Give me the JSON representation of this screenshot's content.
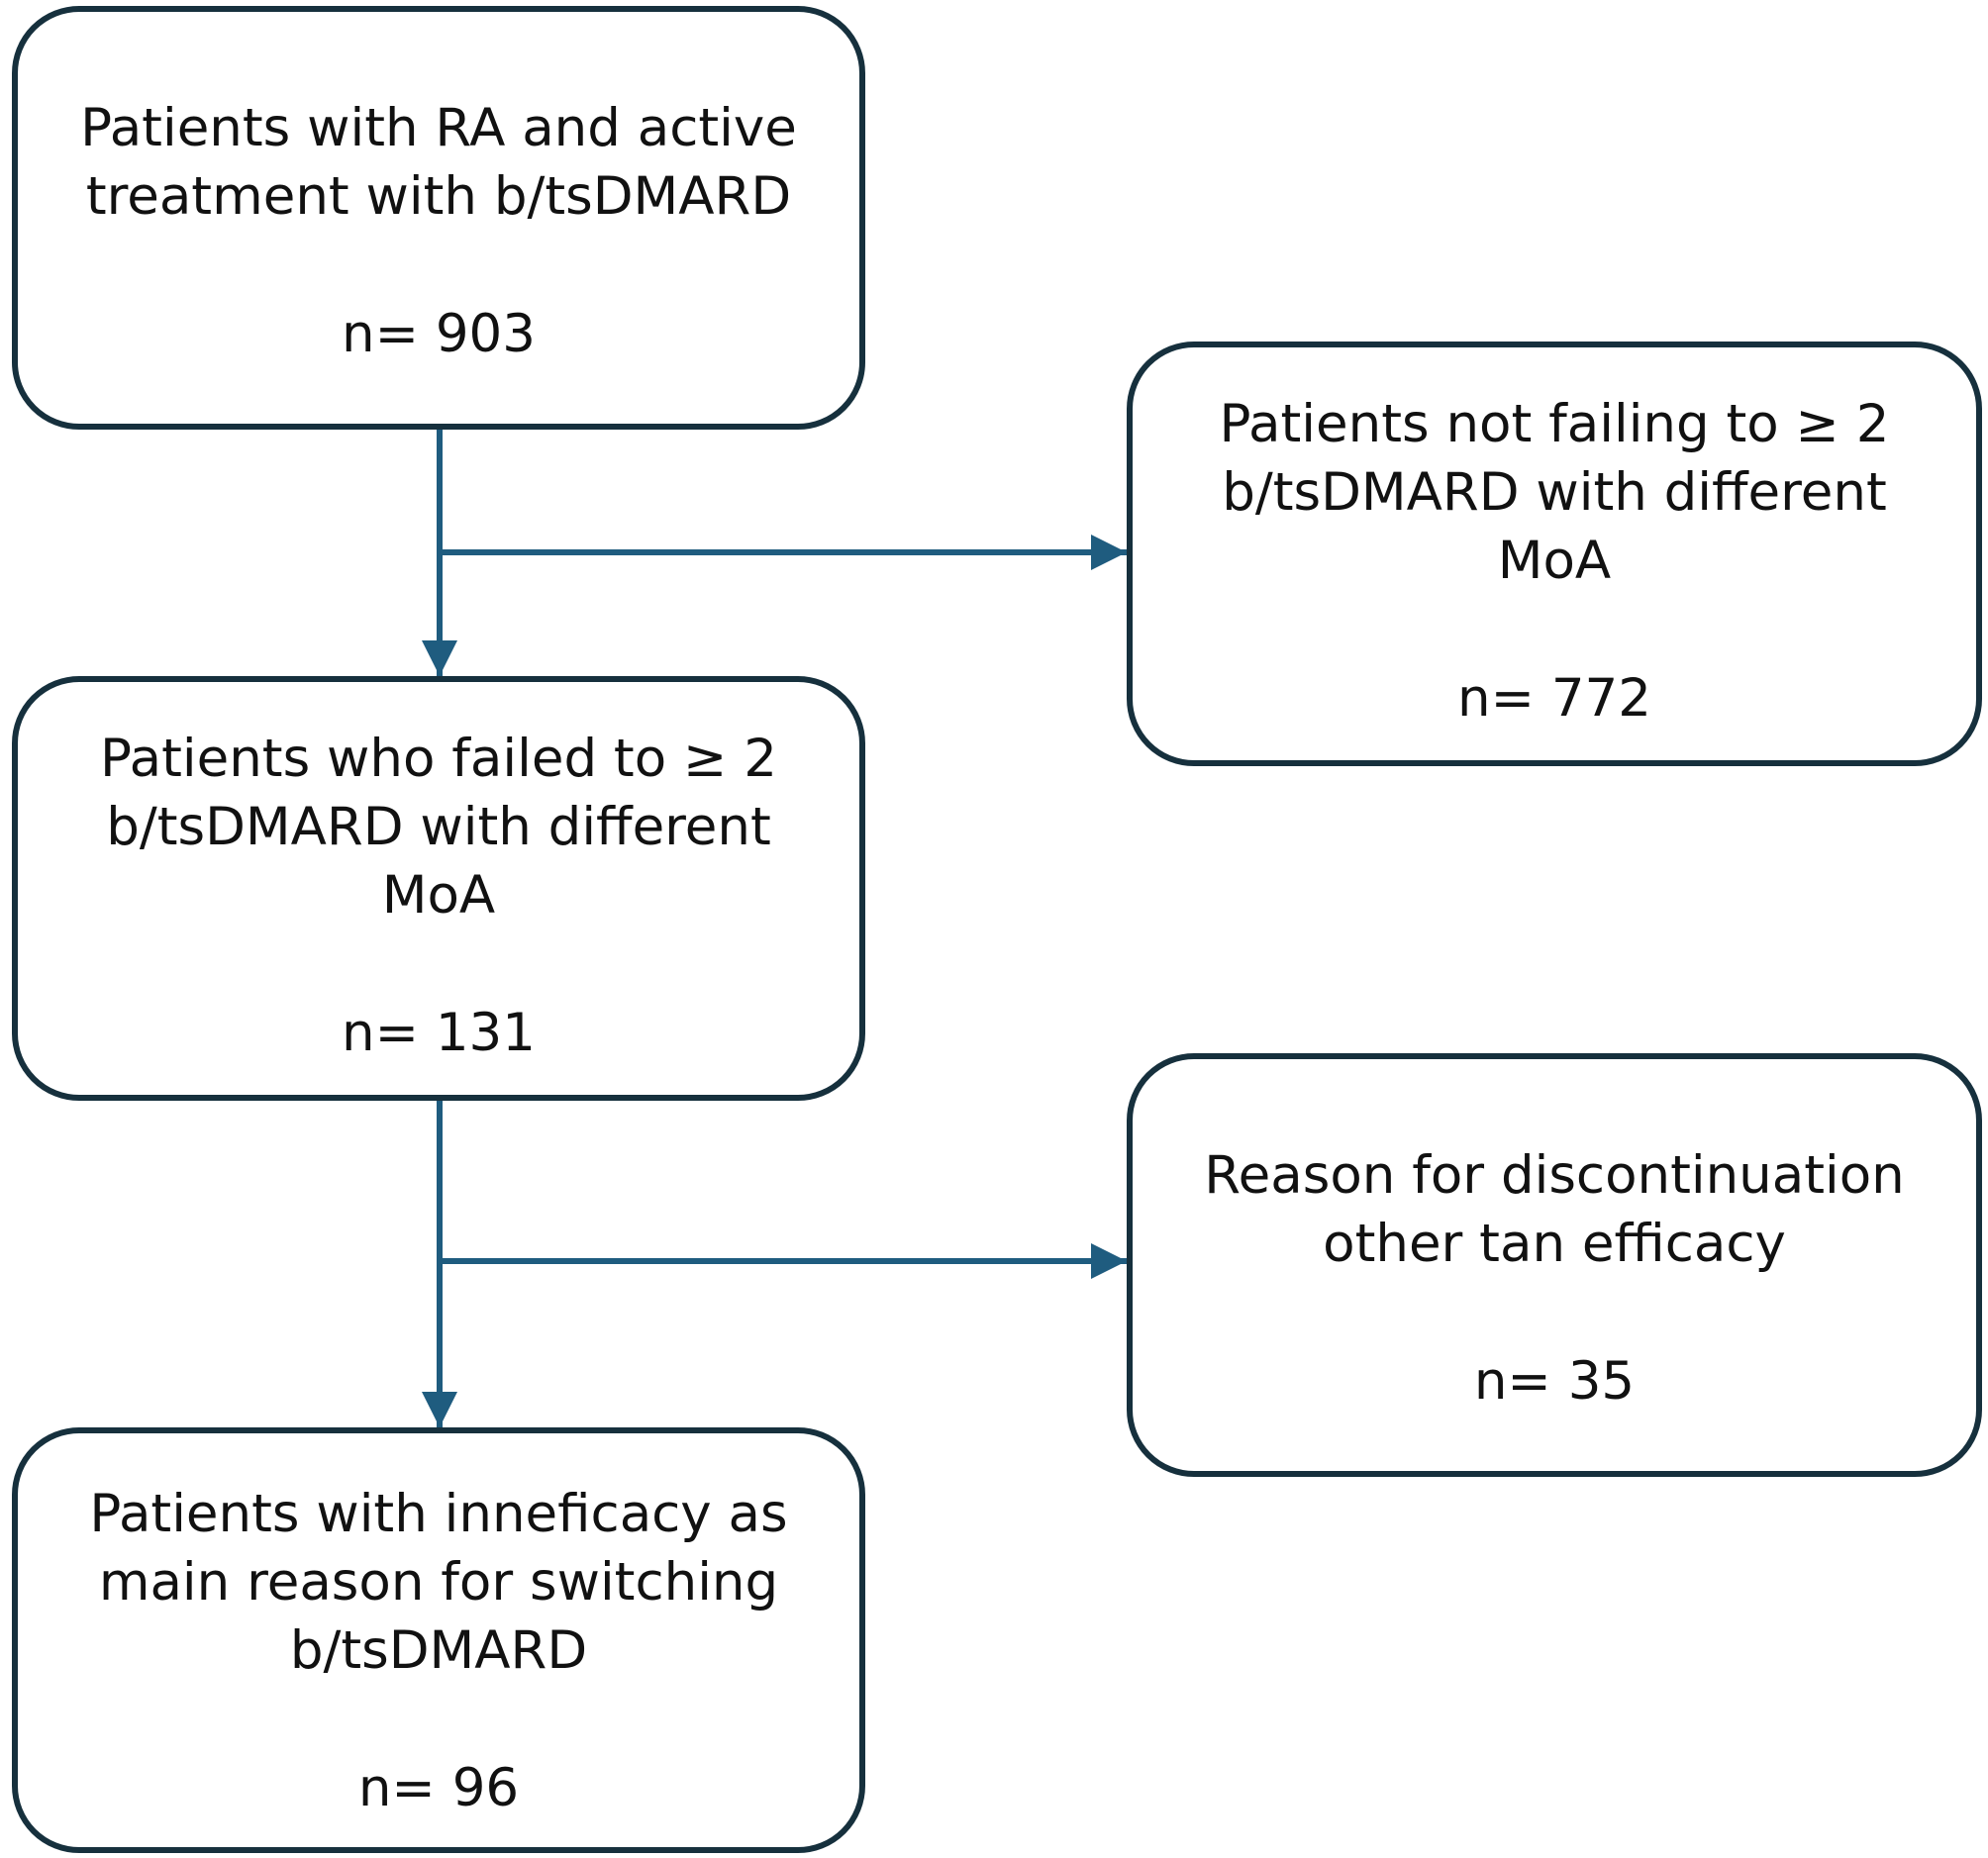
{
  "nodes": [
    {
      "id": "all_patients",
      "label": "Patients with RA and active\ntreatment with b/tsDMARD",
      "count": "n= 903"
    },
    {
      "id": "not_failing",
      "label": "Patients not failing to ≥ 2\nb/tsDMARD with different\nMoA",
      "count": "n= 772"
    },
    {
      "id": "failed",
      "label": "Patients who failed to ≥ 2\nb/tsDMARD with different\nMoA",
      "count": "n= 131"
    },
    {
      "id": "other_reason",
      "label": "Reason for discontinuation\nother tan efficacy",
      "count": "n= 35"
    },
    {
      "id": "inefficacy",
      "label": "Patients with inneficacy as\nmain reason for switching\nb/tsDMARD",
      "count": "n= 96"
    }
  ],
  "edges": [
    {
      "from": "all_patients",
      "to": "failed"
    },
    {
      "from": "all_patients",
      "to": "not_failing"
    },
    {
      "from": "failed",
      "to": "inefficacy"
    },
    {
      "from": "failed",
      "to": "other_reason"
    }
  ],
  "colors": {
    "border": "#16303d",
    "arrow": "#1f5c7f",
    "text": "#111111"
  }
}
